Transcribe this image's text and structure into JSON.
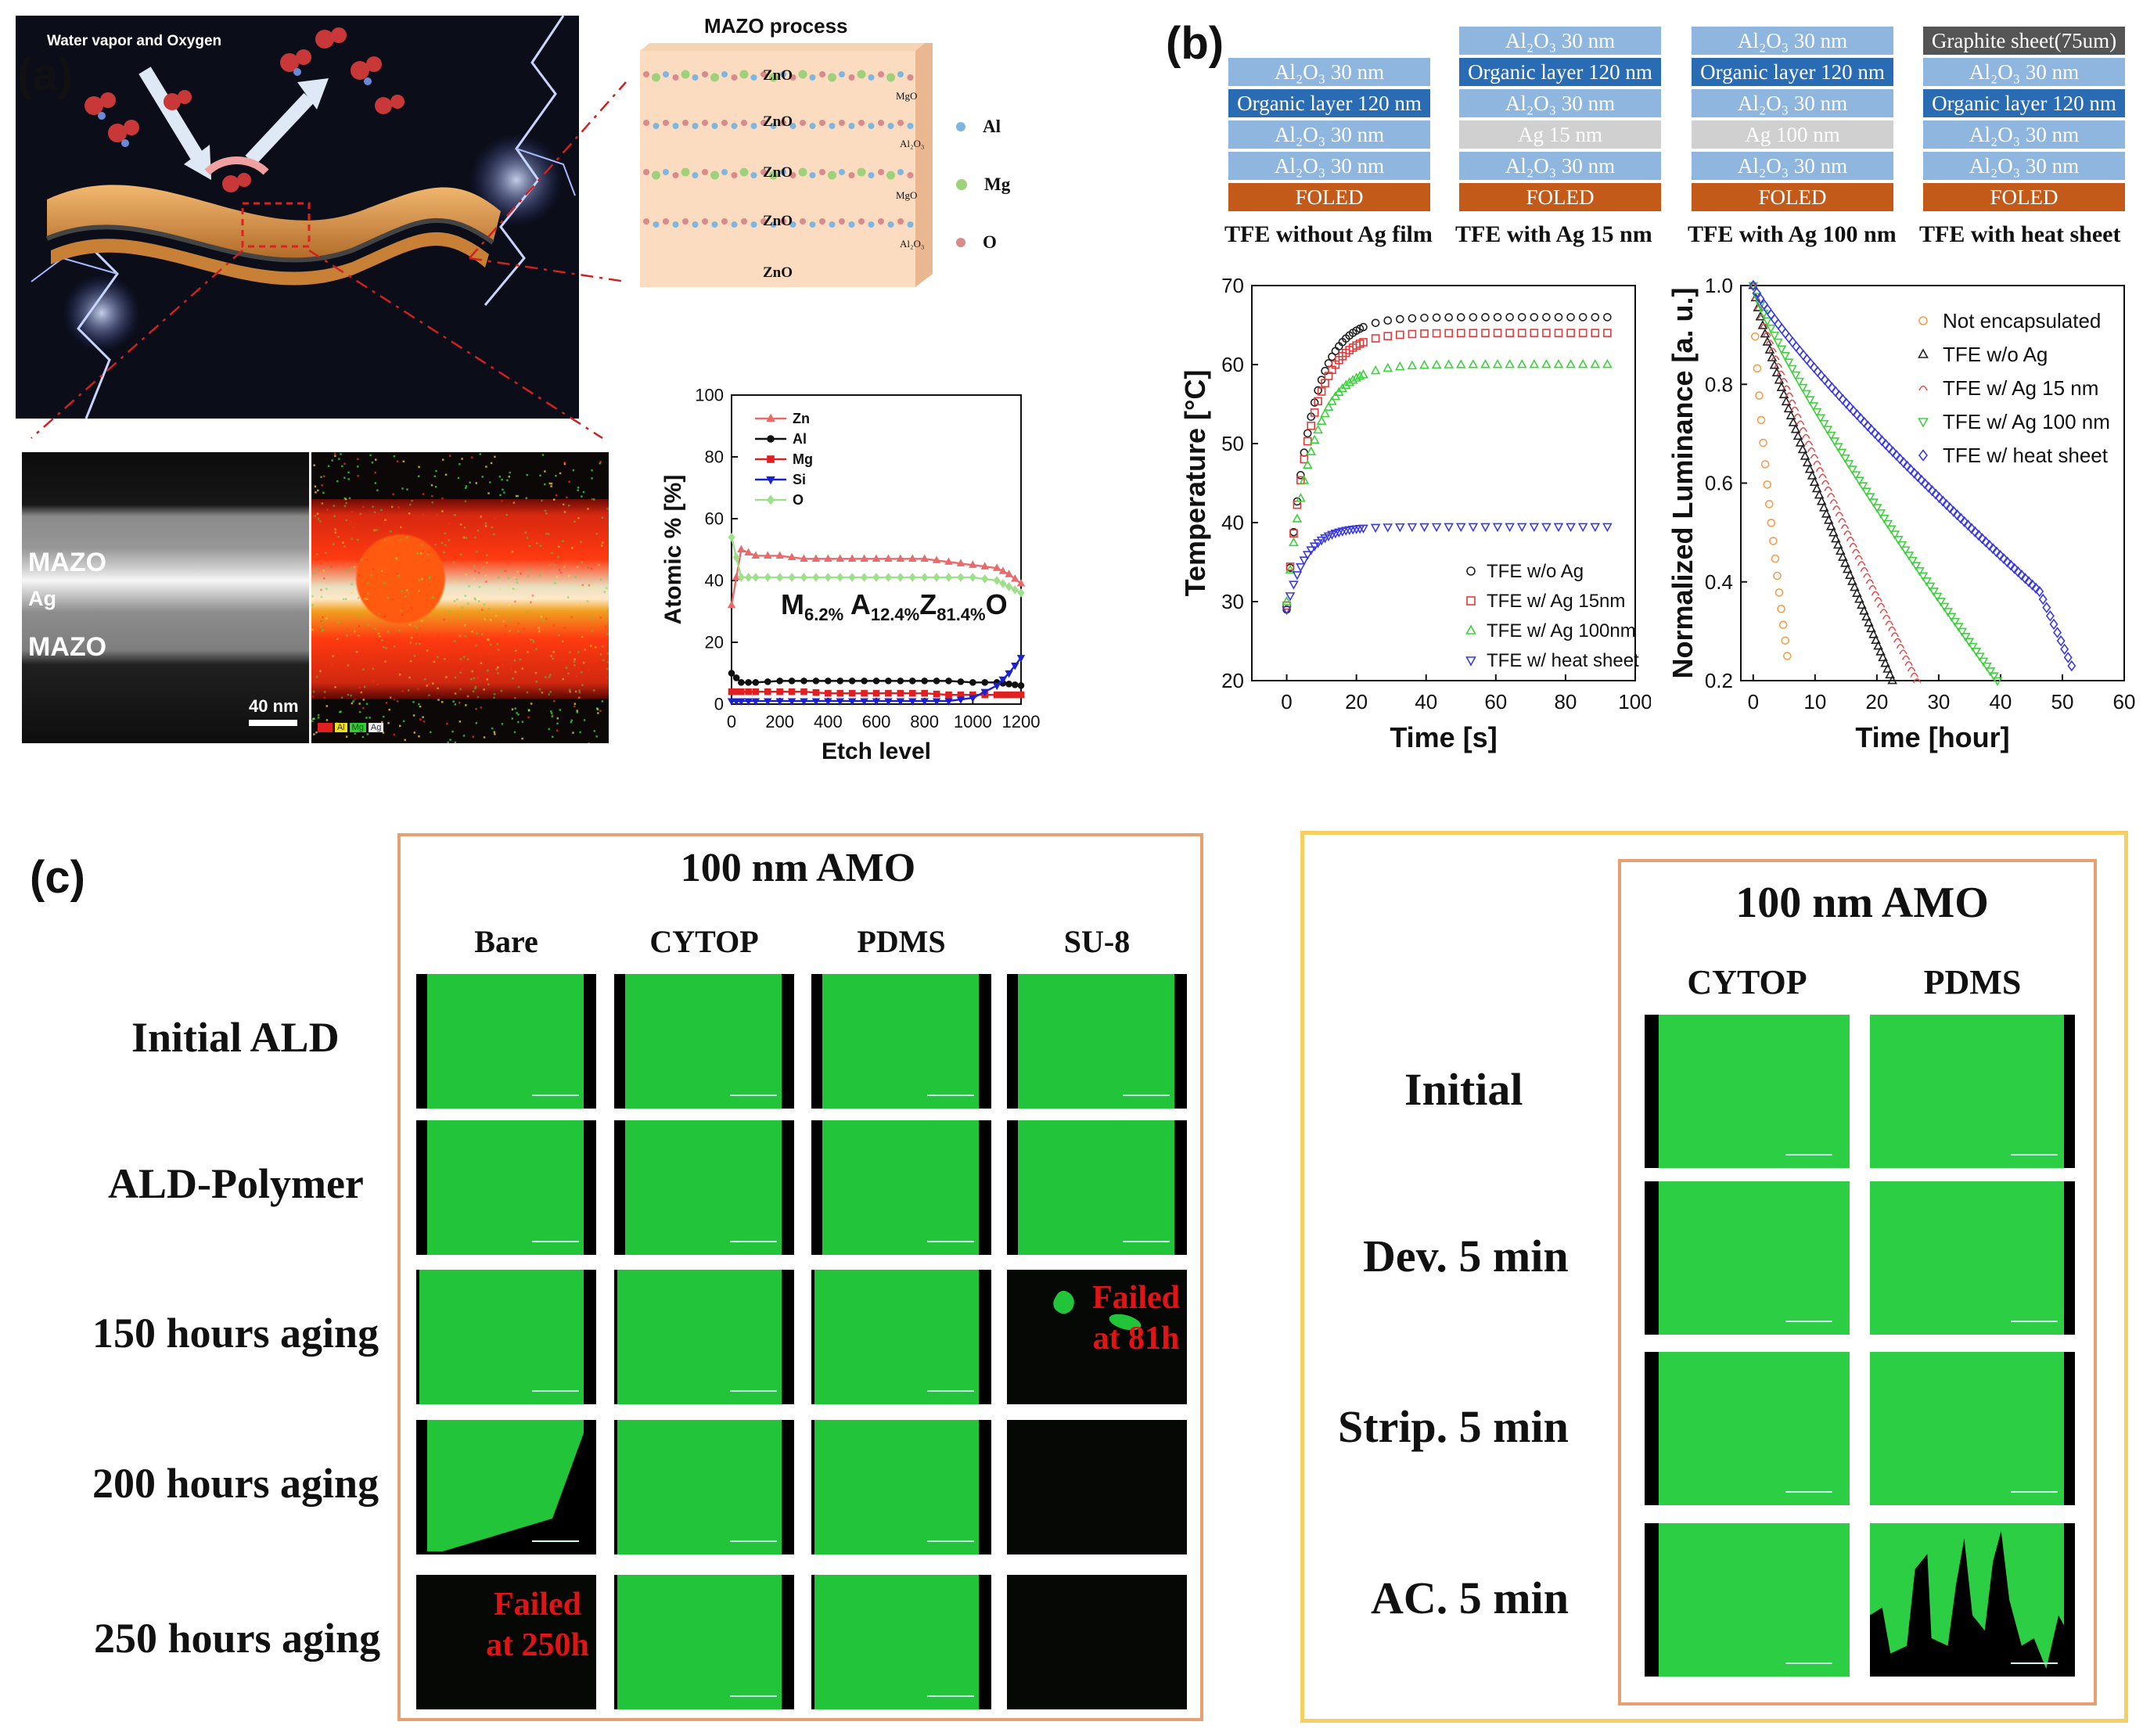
{
  "panel_labels": {
    "a": "(a)",
    "b": "(b)",
    "c": "(c)"
  },
  "panel_a": {
    "illustration_label": "Water vapor and Oxygen",
    "mazo_process_title": "MAZO process",
    "zno_layers": [
      "ZnO",
      "ZnO",
      "ZnO",
      "ZnO",
      "ZnO"
    ],
    "interlayer_labels": [
      "MgO",
      "Al₂O₃",
      "MgO",
      "Al₂O₃"
    ],
    "legend": [
      {
        "label": "Al",
        "color": "#7fb6e0"
      },
      {
        "label": "Mg",
        "color": "#9fd07a"
      },
      {
        "label": "O",
        "color": "#d98a8a"
      }
    ],
    "tem_labels": {
      "top": "MAZO",
      "middle": "Ag",
      "bottom": "MAZO",
      "scale": "40 nm"
    },
    "eds_legend": [
      "Zn",
      "Al",
      "Mg",
      "Ag"
    ],
    "composition_label": {
      "m": "M",
      "m_sub": "6.2%",
      "a": "A",
      "a_sub": "12.4%",
      "z": "Z",
      "z_sub": "81.4%",
      "o": "O"
    }
  },
  "panel_b": {
    "stacks": [
      {
        "caption": "TFE without Ag film",
        "layers": [
          {
            "label": "Al₂O₃ 30 nm",
            "color": "#8fb6df"
          },
          {
            "label": "Organic layer 120 nm",
            "color": "#2a6cb4"
          },
          {
            "label": "Al₂O₃ 30 nm",
            "color": "#8fb6df"
          },
          {
            "label": "Al₂O₃ 30 nm",
            "color": "#8fb6df"
          },
          {
            "label": "FOLED",
            "color": "#c45a1a"
          }
        ]
      },
      {
        "caption": "TFE with Ag 15 nm",
        "layers": [
          {
            "label": "Al₂O₃ 30 nm",
            "color": "#8fb6df"
          },
          {
            "label": "Organic layer 120 nm",
            "color": "#2a6cb4"
          },
          {
            "label": "Al₂O₃ 30 nm",
            "color": "#8fb6df"
          },
          {
            "label": "Ag 15 nm",
            "color": "#d0d0d0"
          },
          {
            "label": "Al₂O₃ 30 nm",
            "color": "#8fb6df"
          },
          {
            "label": "FOLED",
            "color": "#c45a1a"
          }
        ]
      },
      {
        "caption": "TFE with Ag 100 nm",
        "layers": [
          {
            "label": "Al₂O₃ 30 nm",
            "color": "#8fb6df"
          },
          {
            "label": "Organic layer 120 nm",
            "color": "#2a6cb4"
          },
          {
            "label": "Al₂O₃ 30 nm",
            "color": "#8fb6df"
          },
          {
            "label": "Ag 100 nm",
            "color": "#d0d0d0"
          },
          {
            "label": "Al₂O₃ 30 nm",
            "color": "#8fb6df"
          },
          {
            "label": "FOLED",
            "color": "#c45a1a"
          }
        ]
      },
      {
        "caption": "TFE with heat sheet",
        "layers": [
          {
            "label": "Graphite sheet(75um)",
            "color": "#555555"
          },
          {
            "label": "Al₂O₃ 30 nm",
            "color": "#8fb6df"
          },
          {
            "label": "Organic layer 120 nm",
            "color": "#2a6cb4"
          },
          {
            "label": "Al₂O₃ 30 nm",
            "color": "#8fb6df"
          },
          {
            "label": "Al₂O₃ 30 nm",
            "color": "#8fb6df"
          },
          {
            "label": "FOLED",
            "color": "#c45a1a"
          }
        ]
      }
    ]
  },
  "panel_c": {
    "left": {
      "title": "100 nm AMO",
      "columns": [
        "Bare",
        "CYTOP",
        "PDMS",
        "SU-8"
      ],
      "rows": [
        "Initial ALD",
        "ALD-Polymer",
        "150 hours aging",
        "200 hours aging",
        "250 hours aging"
      ],
      "fail_notes": [
        {
          "line1": "Failed",
          "line2": "at 81h"
        },
        {
          "line1": "Failed",
          "line2": "at 250h"
        }
      ]
    },
    "right": {
      "title": "100 nm AMO",
      "columns": [
        "CYTOP",
        "PDMS"
      ],
      "rows": [
        "Initial",
        "Dev. 5 min",
        "Strip. 5 min",
        "AC. 5 min"
      ]
    }
  },
  "chart_data": [
    {
      "type": "line",
      "xlabel": "Etch level",
      "ylabel": "Atomic % [%]",
      "xlim": [
        0,
        1200
      ],
      "ylim": [
        0,
        100
      ],
      "xticks": [
        0,
        200,
        400,
        600,
        800,
        1000,
        1200
      ],
      "yticks": [
        0,
        20,
        40,
        60,
        80,
        100
      ],
      "legend_position": "top-left",
      "x": [
        0,
        40,
        100,
        200,
        300,
        400,
        500,
        600,
        700,
        800,
        900,
        1000,
        1100,
        1150,
        1200
      ],
      "series": [
        {
          "name": "Zn",
          "color": "#e86a6a",
          "marker": "triangle-up",
          "values": [
            32,
            50,
            48,
            48,
            47,
            47,
            47,
            47,
            47,
            47,
            46,
            45,
            44,
            42,
            39
          ]
        },
        {
          "name": "Al",
          "color": "#111111",
          "marker": "circle",
          "values": [
            10,
            7,
            7,
            7.5,
            7.5,
            7.5,
            7.5,
            7.5,
            7.5,
            7.5,
            7.5,
            7,
            7,
            6.5,
            6
          ]
        },
        {
          "name": "Mg",
          "color": "#e02020",
          "marker": "square",
          "values": [
            4,
            4,
            4,
            4,
            4,
            3.5,
            3.5,
            3.5,
            3.5,
            3.5,
            3,
            3,
            3,
            3,
            3
          ]
        },
        {
          "name": "Si",
          "color": "#1a22d0",
          "marker": "triangle-down",
          "values": [
            1,
            1,
            1,
            1,
            1,
            1,
            1,
            1,
            1,
            1,
            1,
            2,
            6,
            10,
            15
          ]
        },
        {
          "name": "O",
          "color": "#9ee08a",
          "marker": "diamond",
          "values": [
            54,
            41,
            41,
            41,
            41,
            41,
            41,
            41,
            41,
            41,
            41,
            41,
            40,
            38,
            36
          ]
        }
      ]
    },
    {
      "type": "scatter",
      "xlabel": "Time [s]",
      "ylabel": "Temperature [°C]",
      "xlim": [
        -10,
        100
      ],
      "ylim": [
        20,
        70
      ],
      "xticks": [
        0,
        20,
        40,
        60,
        80,
        100
      ],
      "yticks": [
        20,
        30,
        40,
        50,
        60,
        70
      ],
      "legend_position": "bottom-right",
      "series": [
        {
          "name": "TFE w/o Ag",
          "color": "#222222",
          "marker": "circle",
          "start": 29,
          "plateau": 66,
          "tau": 6.5
        },
        {
          "name": "TFE w/ Ag 15nm",
          "color": "#e03a3a",
          "marker": "square",
          "start": 29.5,
          "plateau": 64,
          "tau": 6.5
        },
        {
          "name": "TFE w/ Ag 100nm",
          "color": "#3ed03e",
          "marker": "triangle-up",
          "start": 30,
          "plateau": 60,
          "tau": 7
        },
        {
          "name": "TFE w/ heat sheet",
          "color": "#3a3ae0",
          "marker": "triangle-down",
          "start": 29,
          "plateau": 39.5,
          "tau": 5.5
        }
      ],
      "x_range": [
        0,
        94
      ]
    },
    {
      "type": "scatter",
      "xlabel": "Time [hour]",
      "ylabel": "Normalized Luminance [a. u.]",
      "xlim": [
        -2,
        60
      ],
      "ylim": [
        0.2,
        1.0
      ],
      "xticks": [
        0,
        10,
        20,
        30,
        40,
        50,
        60
      ],
      "yticks": [
        0.2,
        0.4,
        0.6,
        0.8,
        1.0
      ],
      "legend_position": "top-right",
      "series": [
        {
          "name": "Not encapsulated",
          "color": "#f0a050",
          "marker": "circle",
          "end_time": 5.5,
          "end_value": 0.25,
          "points": 18
        },
        {
          "name": "TFE w/o Ag",
          "color": "#222222",
          "marker": "triangle-up",
          "end_time": 22.5,
          "end_value": 0.2,
          "points": 60
        },
        {
          "name": "TFE w/ Ag 15 nm",
          "color": "#e05050",
          "marker": "arch",
          "end_time": 26.5,
          "end_value": 0.2,
          "points": 60
        },
        {
          "name": "TFE w/ Ag 100 nm",
          "color": "#3ed03e",
          "marker": "triangle-down",
          "end_time": 39.5,
          "end_value": 0.2,
          "points": 70
        },
        {
          "name": "TFE w/ heat sheet",
          "color": "#3a3ae0",
          "marker": "diamond",
          "end_time": 51.5,
          "end_value": 0.23,
          "points": 90
        }
      ]
    }
  ]
}
